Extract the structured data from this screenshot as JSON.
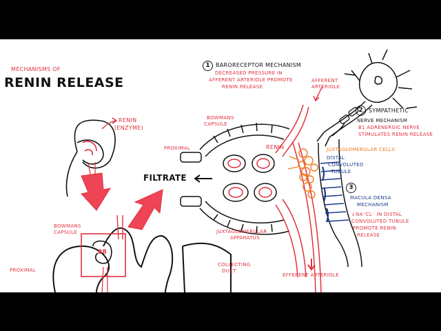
{
  "title": {
    "line1": "Mechanisms of",
    "line2": "Renin Release"
  },
  "labels": {
    "renin_enzyme": "Renin",
    "renin_enzyme_sub": "(Enzyme)",
    "bowmans_capsule_top": "Bowmans",
    "bowmans_capsule_top_2": "Capsule",
    "proximal_top": "Proximal",
    "filtrate": "Filtrate",
    "renin_mid": "Renin",
    "juxtaglomerular_cells": "Juxtaglomerular Cells",
    "distal_tubule_1": "Distal",
    "distal_tubule_2": "Convoluted",
    "distal_tubule_3": "Tubule",
    "juxtaglomerular_apparatus_1": "Juxtaglomerular",
    "juxtaglomerular_apparatus_2": "Apparatus",
    "afferent_arteriole_1": "Afferent",
    "afferent_arteriole_2": "Arteriole",
    "efferent_arteriole": "Efferent Arteriole",
    "bowmans_capsule_bottom_1": "Bowmans",
    "bowmans_capsule_bottom_2": "Capsule",
    "proximal_bottom": "Proximal",
    "collecting_duct_1": "Collecting",
    "collecting_duct_2": "Duct",
    "glomerulus_tag": "88"
  },
  "mechanisms": [
    {
      "number": "1",
      "title": "Baroreceptor Mechanism",
      "desc": [
        "Decreased pressure in",
        "afferent arteriole promote",
        "renin release"
      ]
    },
    {
      "number": "2",
      "title_1": "Sympathetic",
      "title_2": "Nerve Mechanism",
      "desc": [
        "β1 adrenergic nerve",
        "stimulates renin release"
      ]
    },
    {
      "number": "3",
      "title_1": "Macula Densa",
      "title_2": "Mechanism",
      "desc": [
        "↓Na⁺Cl⁻ in distal",
        "convoluted tubule",
        "promote renin",
        "release"
      ]
    }
  ],
  "colors": {
    "red": "#e0303d",
    "orange": "#ee7a1f",
    "blue": "#1a3a8f",
    "ink": "#111111",
    "arrow_fill": "#ee4455"
  }
}
